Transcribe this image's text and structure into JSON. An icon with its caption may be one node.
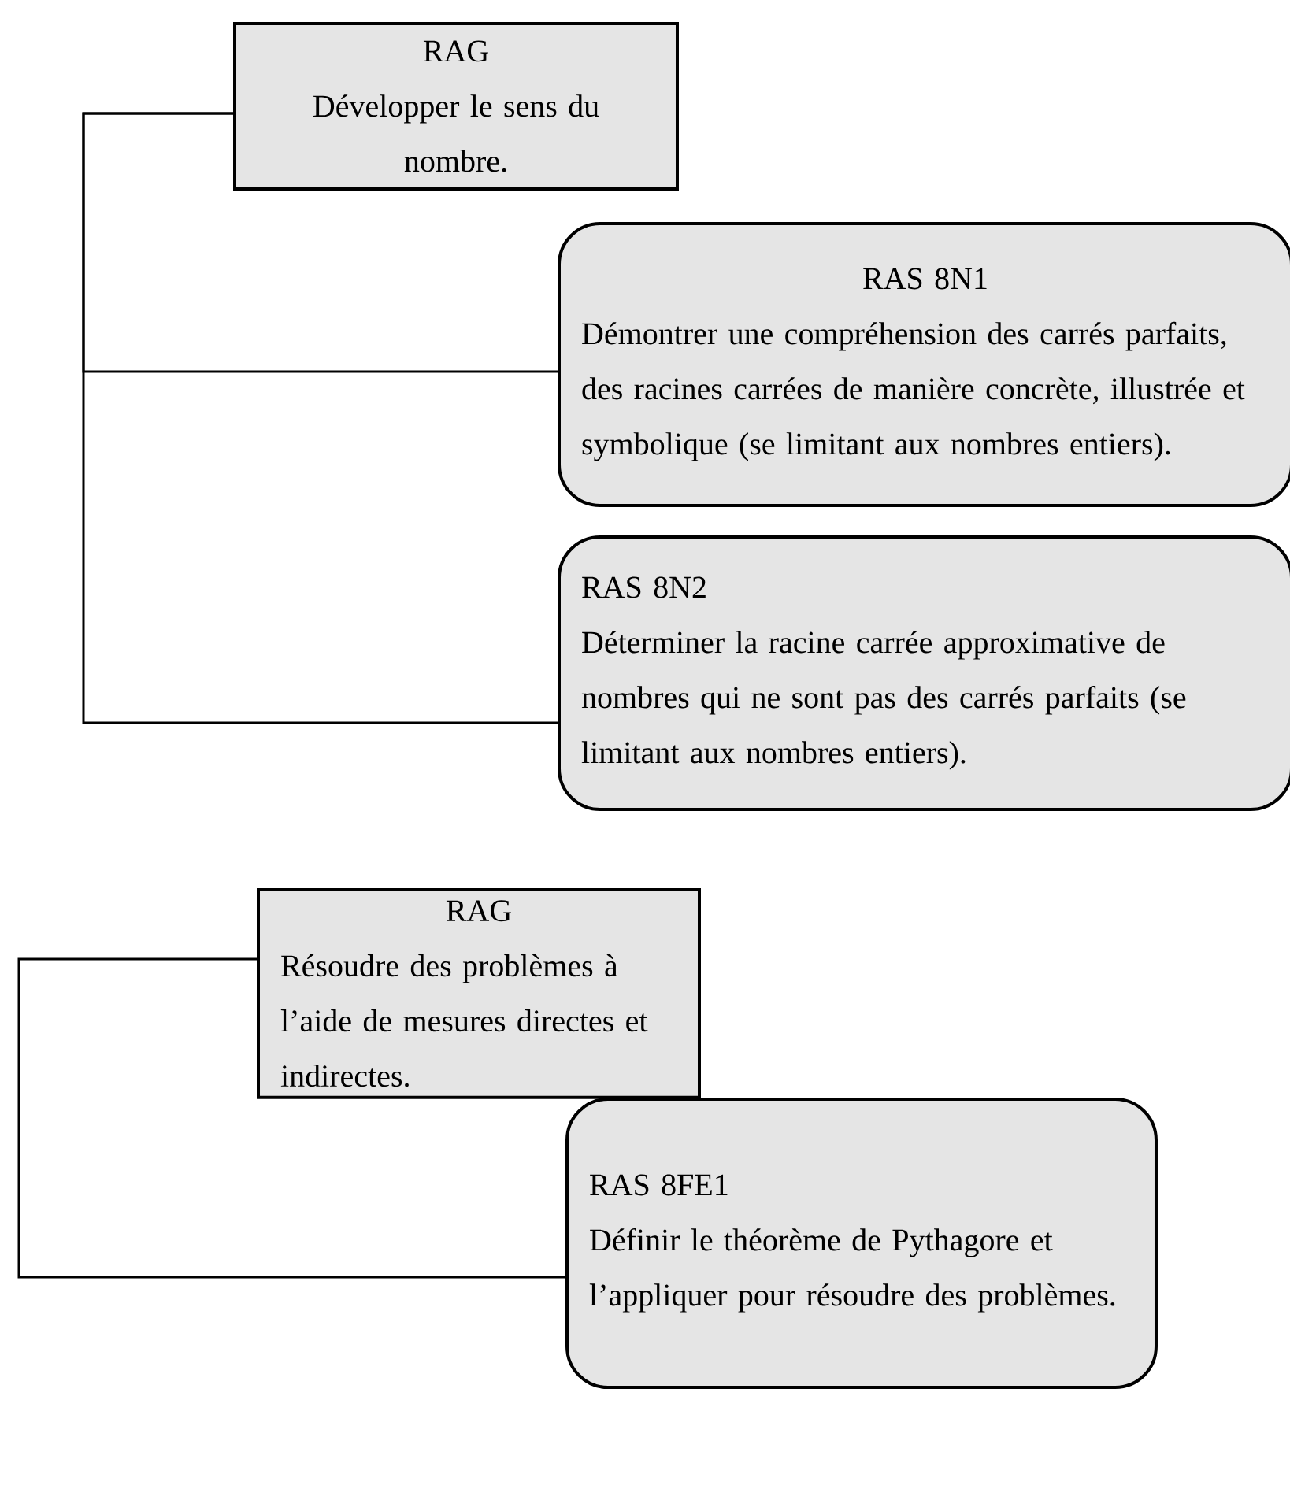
{
  "diagram": {
    "nodes": [
      {
        "text": [
          "RAG",
          "Développer le sens du nombre."
        ]
      },
      {
        "text": [
          "RAS 8N1",
          "Démontrer une compréhension des carrés parfaits, des racines carrées de manière concrète, illustrée et symbolique (se limitant aux nombres entiers)."
        ]
      },
      {
        "text": [
          "RAS 8N2",
          "Déterminer la racine carrée approximative de nombres qui ne sont pas des carrés parfaits (se limitant aux nombres entiers)."
        ]
      },
      {
        "text": [
          "RAG",
          "Résoudre des problèmes à l’aide de mesures directes et indirectes."
        ]
      },
      {
        "text": [
          "RAS 8FE1",
          "Définir le théorème de Pythagore et l’appliquer pour résoudre des problèmes."
        ]
      }
    ],
    "edges": [
      {
        "from": 0,
        "to": 1,
        "arrow": "none"
      },
      {
        "from": 0,
        "to": 2,
        "arrow": "none"
      },
      {
        "from": 3,
        "to": 4,
        "arrow": "none"
      }
    ]
  }
}
